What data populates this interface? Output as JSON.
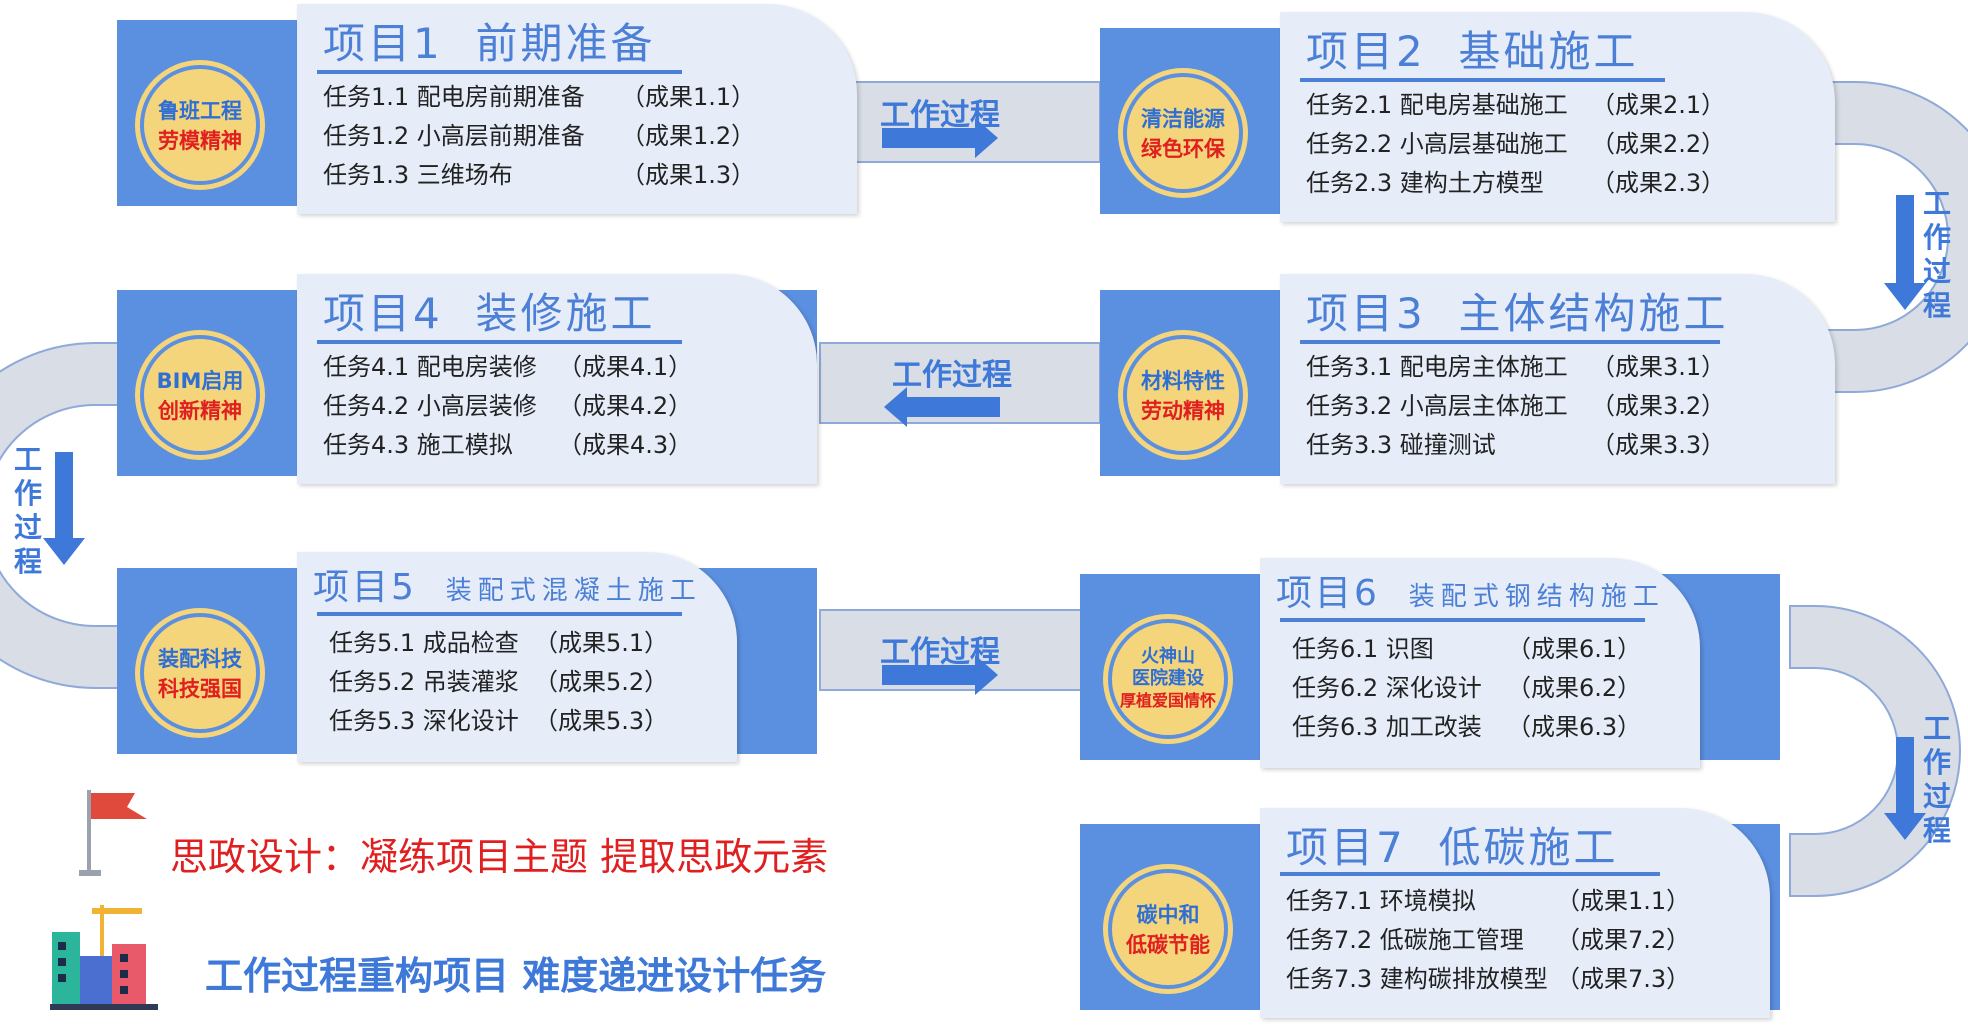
{
  "colors": {
    "panel_blue": "#5b8fe0",
    "panel_light": "#e6edf9",
    "road": "#d8dde6",
    "badge_fill": "#f5d57b",
    "accent_red": "#e02020",
    "text_blue": "#3e78d8"
  },
  "projects": [
    {
      "title_num": "项目1",
      "title_text": "前期准备",
      "badge_line1": "鲁班工程",
      "badge_line2": "劳模精神",
      "tasks": [
        {
          "label": "任务1.1 配电房前期准备",
          "result": "（成果1.1）"
        },
        {
          "label": "任务1.2 小高层前期准备",
          "result": "（成果1.2）"
        },
        {
          "label": "任务1.3 三维场布",
          "result": "（成果1.3）"
        }
      ]
    },
    {
      "title_num": "项目2",
      "title_text": "基础施工",
      "badge_line1": "清洁能源",
      "badge_line2": "绿色环保",
      "tasks": [
        {
          "label": "任务2.1 配电房基础施工",
          "result": "（成果2.1）"
        },
        {
          "label": "任务2.2 小高层基础施工",
          "result": "（成果2.2）"
        },
        {
          "label": "任务2.3 建构土方模型",
          "result": "（成果2.3）"
        }
      ]
    },
    {
      "title_num": "项目3",
      "title_text": "主体结构施工",
      "badge_line1": "材料特性",
      "badge_line2": "劳动精神",
      "tasks": [
        {
          "label": "任务3.1 配电房主体施工",
          "result": "（成果3.1）"
        },
        {
          "label": "任务3.2 小高层主体施工",
          "result": "（成果3.2）"
        },
        {
          "label": "任务3.3 碰撞测试",
          "result": "（成果3.3）"
        }
      ]
    },
    {
      "title_num": "项目4",
      "title_text": "装修施工",
      "badge_line1": "BIM启用",
      "badge_line2": "创新精神",
      "tasks": [
        {
          "label": "任务4.1 配电房装修",
          "result": "（成果4.1）"
        },
        {
          "label": "任务4.2 小高层装修",
          "result": "（成果4.2）"
        },
        {
          "label": "任务4.3 施工模拟",
          "result": "（成果4.3）"
        }
      ]
    },
    {
      "title_num": "项目5",
      "title_text": "装配式混凝土施工",
      "badge_line1": "装配科技",
      "badge_line2": "科技强国",
      "tasks": [
        {
          "label": "任务5.1 成品检查",
          "result": "（成果5.1）"
        },
        {
          "label": "任务5.2 吊装灌浆",
          "result": "（成果5.2）"
        },
        {
          "label": "任务5.3 深化设计",
          "result": "（成果5.3）"
        }
      ]
    },
    {
      "title_num": "项目6",
      "title_text": "装配式钢结构施工",
      "badge_line1": "火神山",
      "badge_line1b": "医院建设",
      "badge_line2": "厚植爱国情怀",
      "tasks": [
        {
          "label": "任务6.1 识图",
          "result": "（成果6.1）"
        },
        {
          "label": "任务6.2 深化设计",
          "result": "（成果6.2）"
        },
        {
          "label": "任务6.3 加工改装",
          "result": "（成果6.3）"
        }
      ]
    },
    {
      "title_num": "项目7",
      "title_text": "低碳施工",
      "badge_line1": "碳中和",
      "badge_line2": "低碳节能",
      "tasks": [
        {
          "label": "任务7.1 环境模拟",
          "result": "（成果1.1）"
        },
        {
          "label": "任务7.2 低碳施工管理",
          "result": "（成果7.2）"
        },
        {
          "label": "任务7.3 建构碳排放模型",
          "result": "（成果7.3）"
        }
      ]
    }
  ],
  "flow_label": "工作过程",
  "flow_label_chars": [
    "工",
    "作",
    "过",
    "程"
  ],
  "legend": {
    "ideology": "思政设计：凝练项目主题  提取思政元素",
    "process": "工作过程重构项目  难度递进设计任务",
    "flag_icon": "red-flag-icon",
    "building_icon": "construction-building-icon"
  }
}
